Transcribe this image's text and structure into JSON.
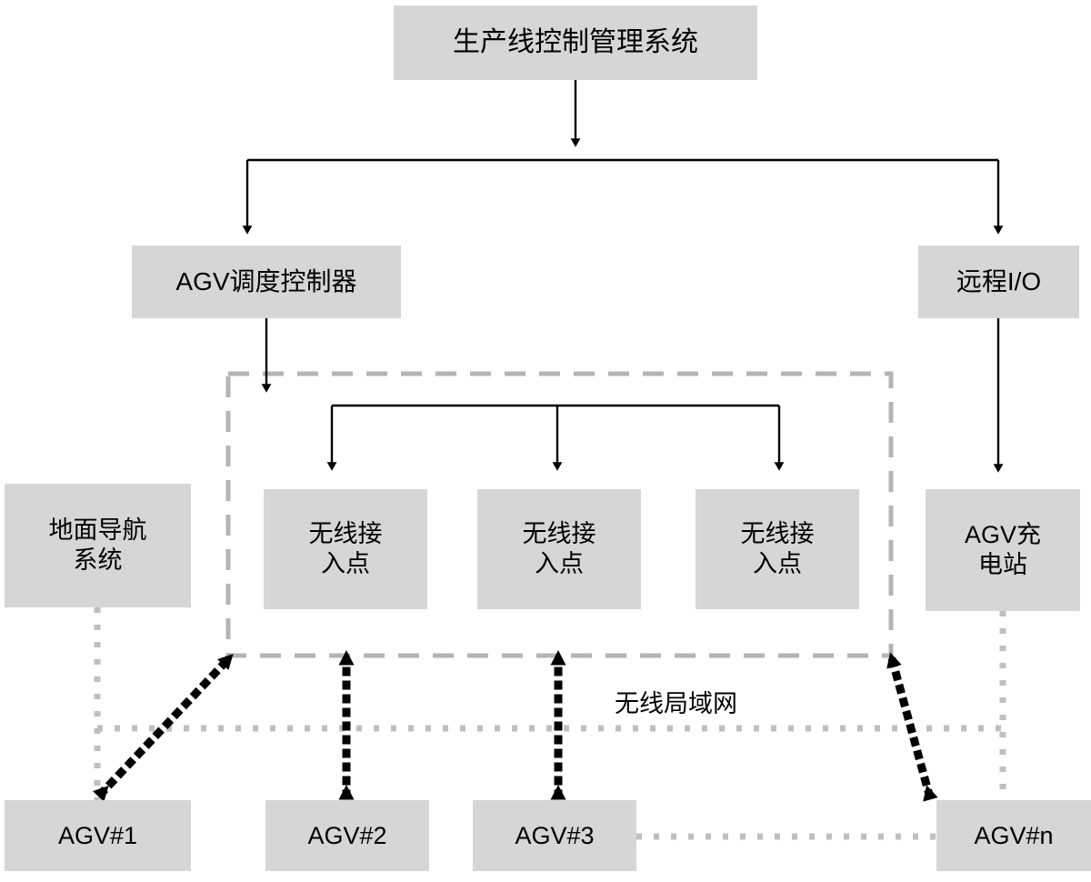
{
  "diagram": {
    "title_node": "生产线控制管理系统",
    "nodes": {
      "scheduler": "AGV调度控制器",
      "remote_io": "远程I/O",
      "ground_nav": "地面导航\n系统",
      "ap1": "无线接\n入点",
      "ap2": "无线接\n入点",
      "ap3": "无线接\n入点",
      "charging": "AGV充\n电站",
      "agv1": "AGV#1",
      "agv2": "AGV#2",
      "agv3": "AGV#3",
      "agvn": "AGV#n"
    },
    "labels": {
      "wlan": "无线局域网"
    },
    "colors": {
      "node_fill": "#d6d6d6",
      "text": "#000000",
      "solid_line": "#000000",
      "dashed_group": "#b4b4b4",
      "dotted_gray": "#bfbfbf",
      "dotted_black": "#000000",
      "background": "#ffffff"
    }
  }
}
